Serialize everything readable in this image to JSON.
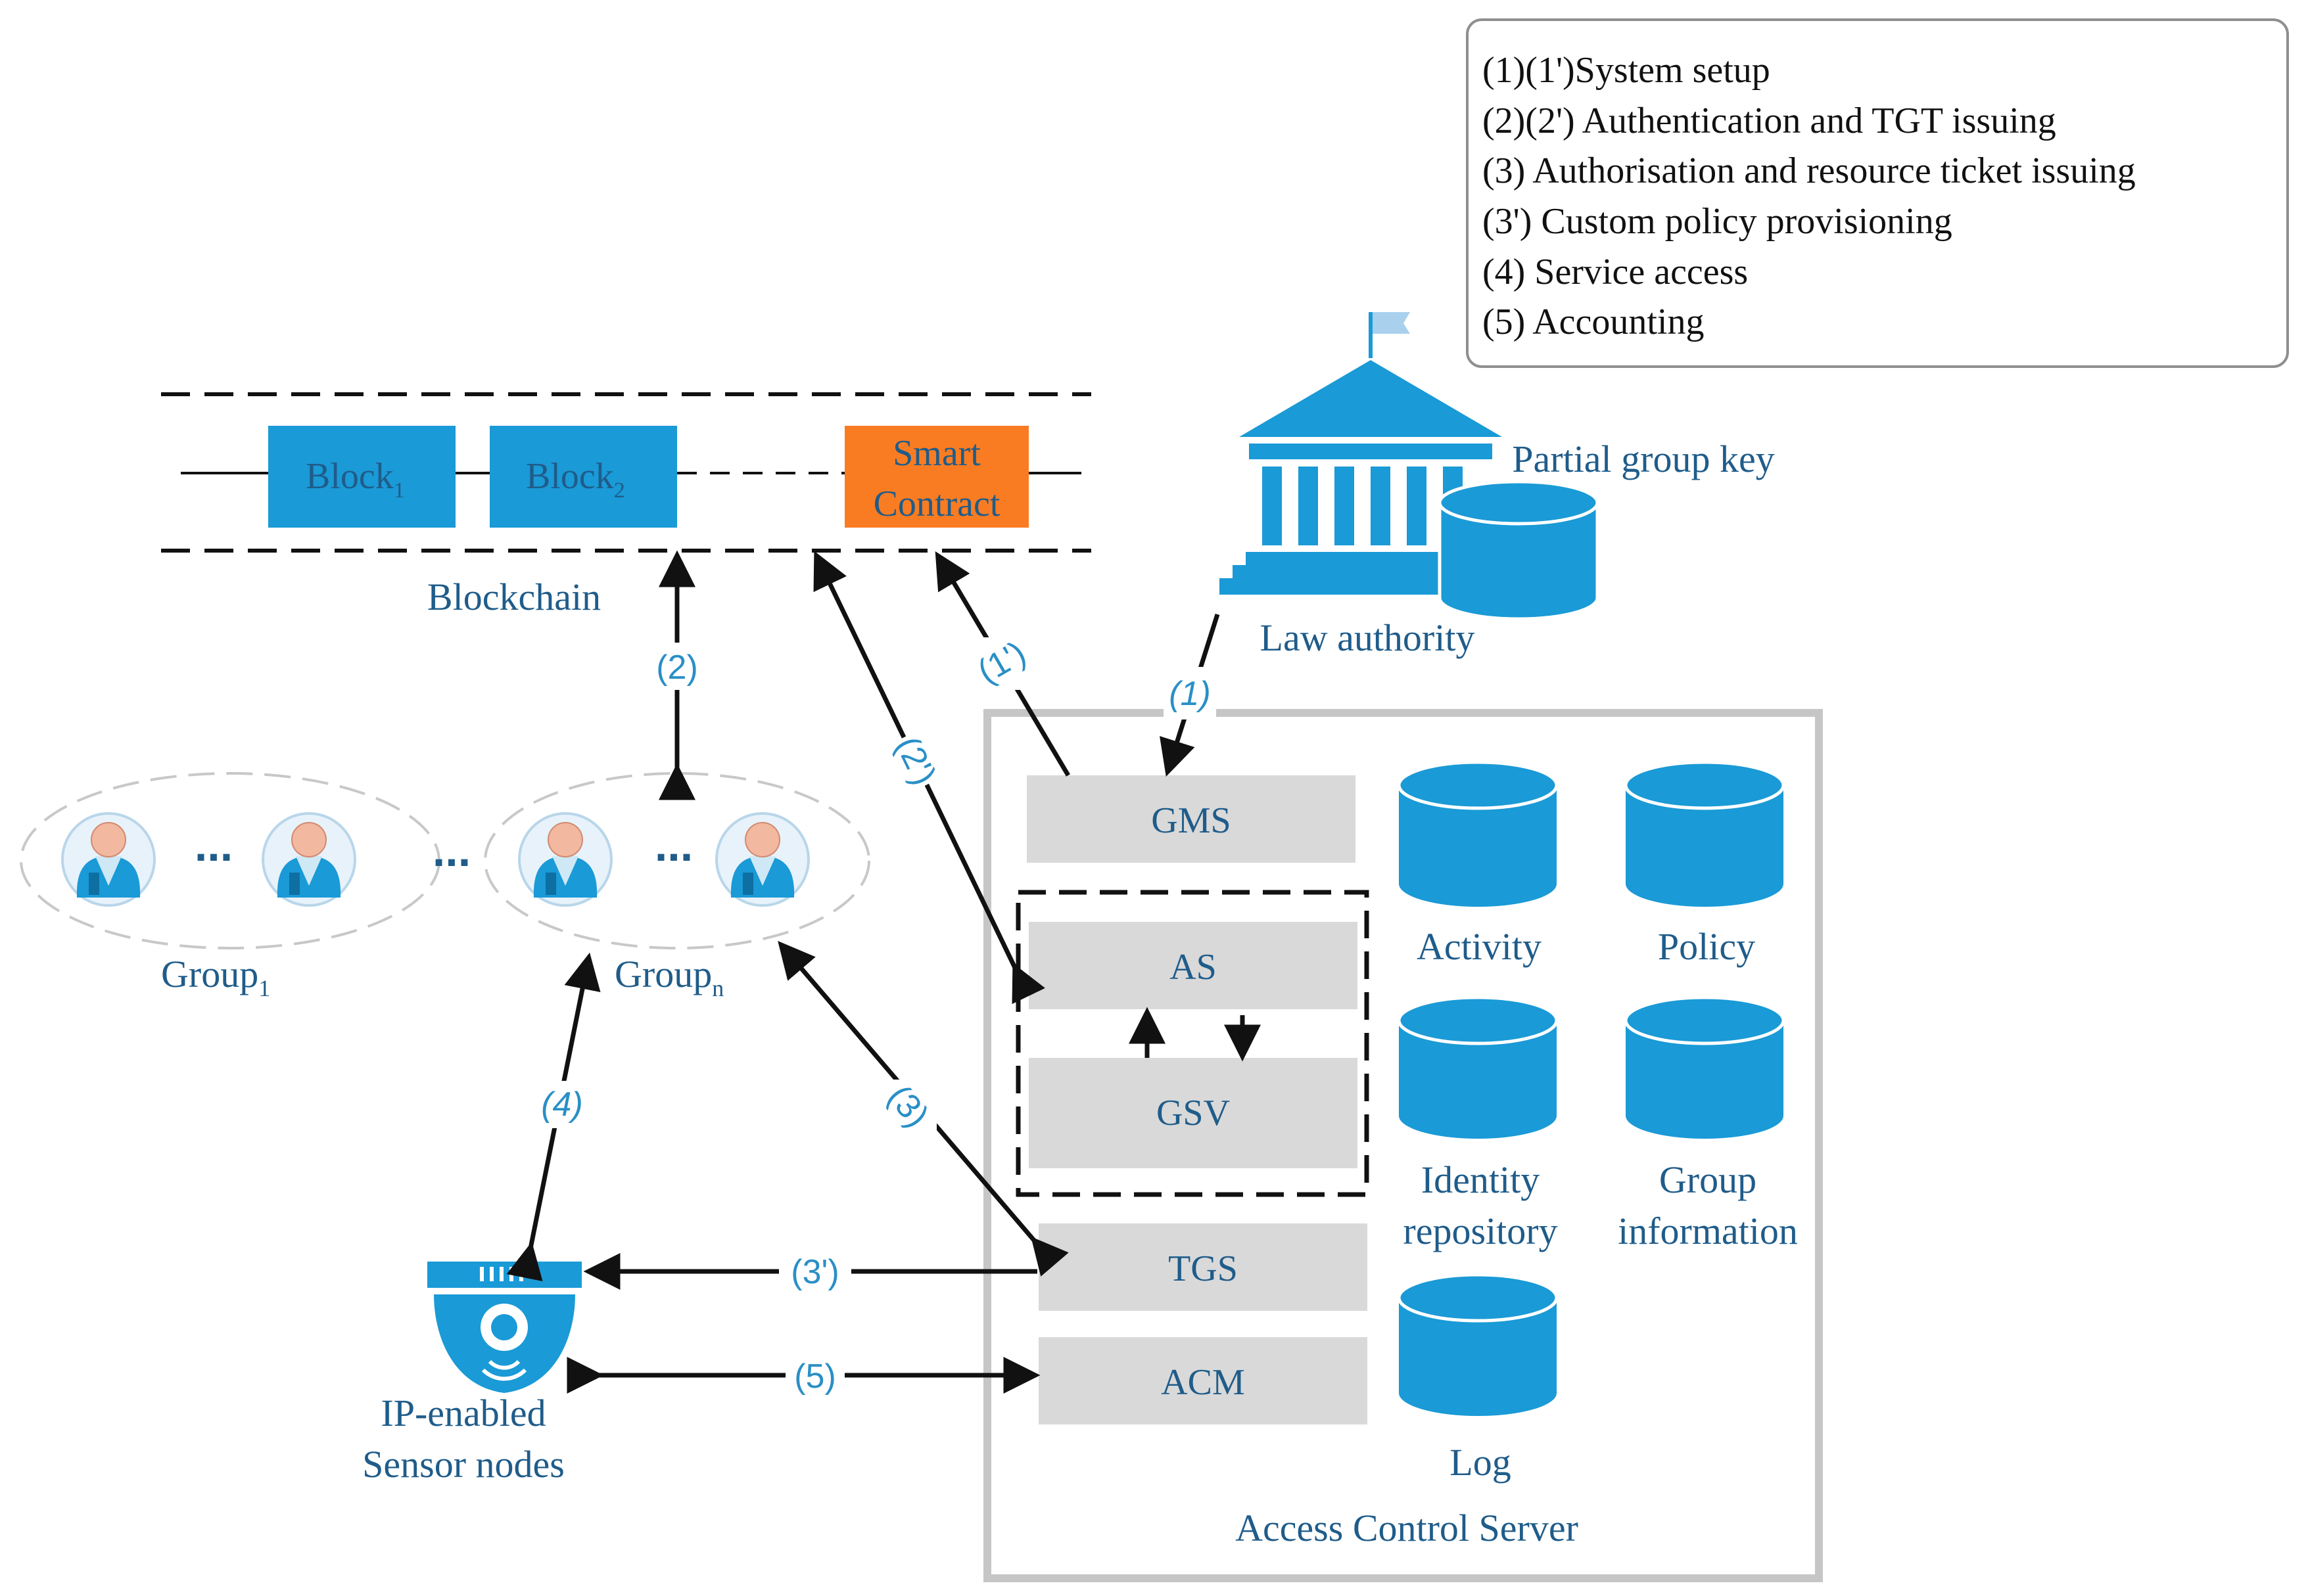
{
  "legend": {
    "items": [
      "(1)(1')System setup",
      "(2)(2') Authentication and TGT issuing",
      "(3) Authorisation and resource ticket issuing",
      "(3') Custom policy provisioning",
      "(4) Service access",
      "(5) Accounting"
    ]
  },
  "blockchain": {
    "label": "Blockchain",
    "block1": "Block",
    "block1_sub": "1",
    "block2": "Block",
    "block2_sub": "2",
    "smart_contract_line1": "Smart",
    "smart_contract_line2": "Contract"
  },
  "law_authority": {
    "label": "Law authority",
    "key_label": "Partial group key"
  },
  "groups": {
    "group1_label": "Group",
    "group1_sub": "1",
    "groupn_label": "Group",
    "groupn_sub": "n",
    "ellipsis": "...",
    "between": "..."
  },
  "server": {
    "title": "Access Control Server",
    "modules": {
      "gms": "GMS",
      "as": "AS",
      "gsv": "GSV",
      "tgs": "TGS",
      "acm": "ACM"
    },
    "databases": {
      "activity": "Activity",
      "policy": "Policy",
      "identity_line1": "Identity",
      "identity_line2": "repository",
      "group_line1": "Group",
      "group_line2": "information",
      "log": "Log"
    }
  },
  "sensor": {
    "line1": "IP-enabled",
    "line2": "Sensor nodes"
  },
  "arrows": {
    "a1": "(1)",
    "a1p": "(1')",
    "a2": "(2)",
    "a2p": "(2')",
    "a3": "(3)",
    "a3p": "(3')",
    "a4": "(4)",
    "a5": "(5)"
  },
  "colors": {
    "blue": "#1a9ad6",
    "orange": "#f97c22",
    "grey_box": "#d9d9d9",
    "text_blue": "#1f5c8a"
  }
}
